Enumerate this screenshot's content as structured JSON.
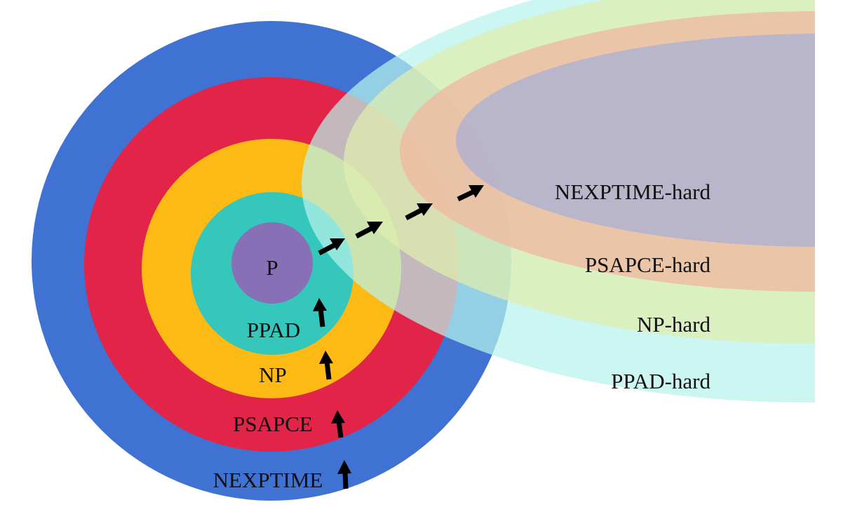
{
  "colors": {
    "nexptime": "#3f72d3",
    "psapce": "#e12447",
    "np": "#fdba15",
    "ppad": "#35c7bb",
    "p": "#8870b6",
    "ppad_hard": "#b7f3ec",
    "np_hard": "#dfeeb0",
    "psapce_hard": "#f0b8a0",
    "nexptime_hard": "#b4b3cd",
    "arrow": "#000000"
  },
  "classes": {
    "p": "P",
    "ppad": "PPAD",
    "np": "NP",
    "psapce": "PSAPCE",
    "nexptime": "NEXPTIME"
  },
  "hard_regions": {
    "nexptime_hard": "NEXPTIME-hard",
    "psapce_hard": "PSAPCE-hard",
    "np_hard": "NP-hard",
    "ppad_hard": "PPAD-hard"
  }
}
